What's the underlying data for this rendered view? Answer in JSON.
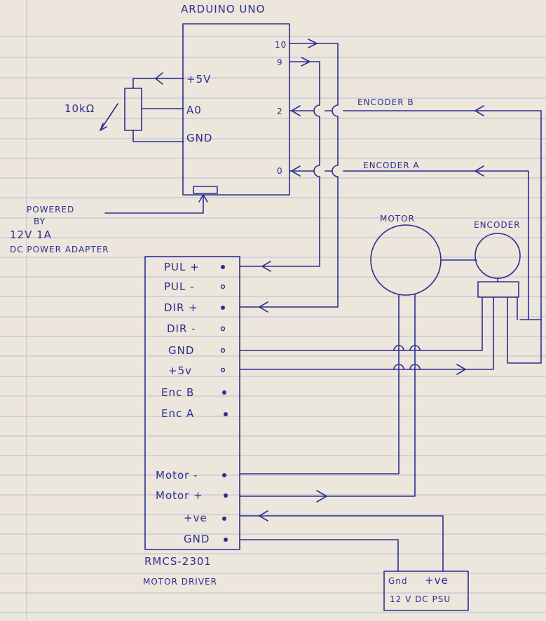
{
  "arduino": {
    "title": "ARDUINO UNO",
    "pins_left": [
      "+5V",
      "A0",
      "GND"
    ],
    "pins_right": [
      "10",
      "9",
      "2",
      "0"
    ]
  },
  "potentiometer": {
    "label": "10kΩ"
  },
  "power": {
    "line1": "POWERED",
    "line2": "BY",
    "line3": "12V 1A",
    "line4": "DC POWER ADAPTER"
  },
  "signals": {
    "encoder_b": "ENCODER B",
    "encoder_a": "ENCODER A"
  },
  "motor": {
    "label": "MOTOR"
  },
  "encoder": {
    "label": "ENCODER"
  },
  "driver": {
    "pins": [
      "PUL +",
      "PUL -",
      "DIR +",
      "DIR -",
      "GND",
      "+5v",
      "Enc B",
      "Enc A",
      "Motor -",
      "Motor +",
      "+ve",
      "GND"
    ],
    "model": "RMCS-2301",
    "caption": "MOTOR DRIVER"
  },
  "psu": {
    "gnd": "Gnd",
    "pos": "+ve",
    "label": "12 V DC PSU"
  },
  "colors": {
    "ink": "#2a2f8f",
    "paper": "#ece6dc",
    "rule": "#b9bfd4"
  }
}
